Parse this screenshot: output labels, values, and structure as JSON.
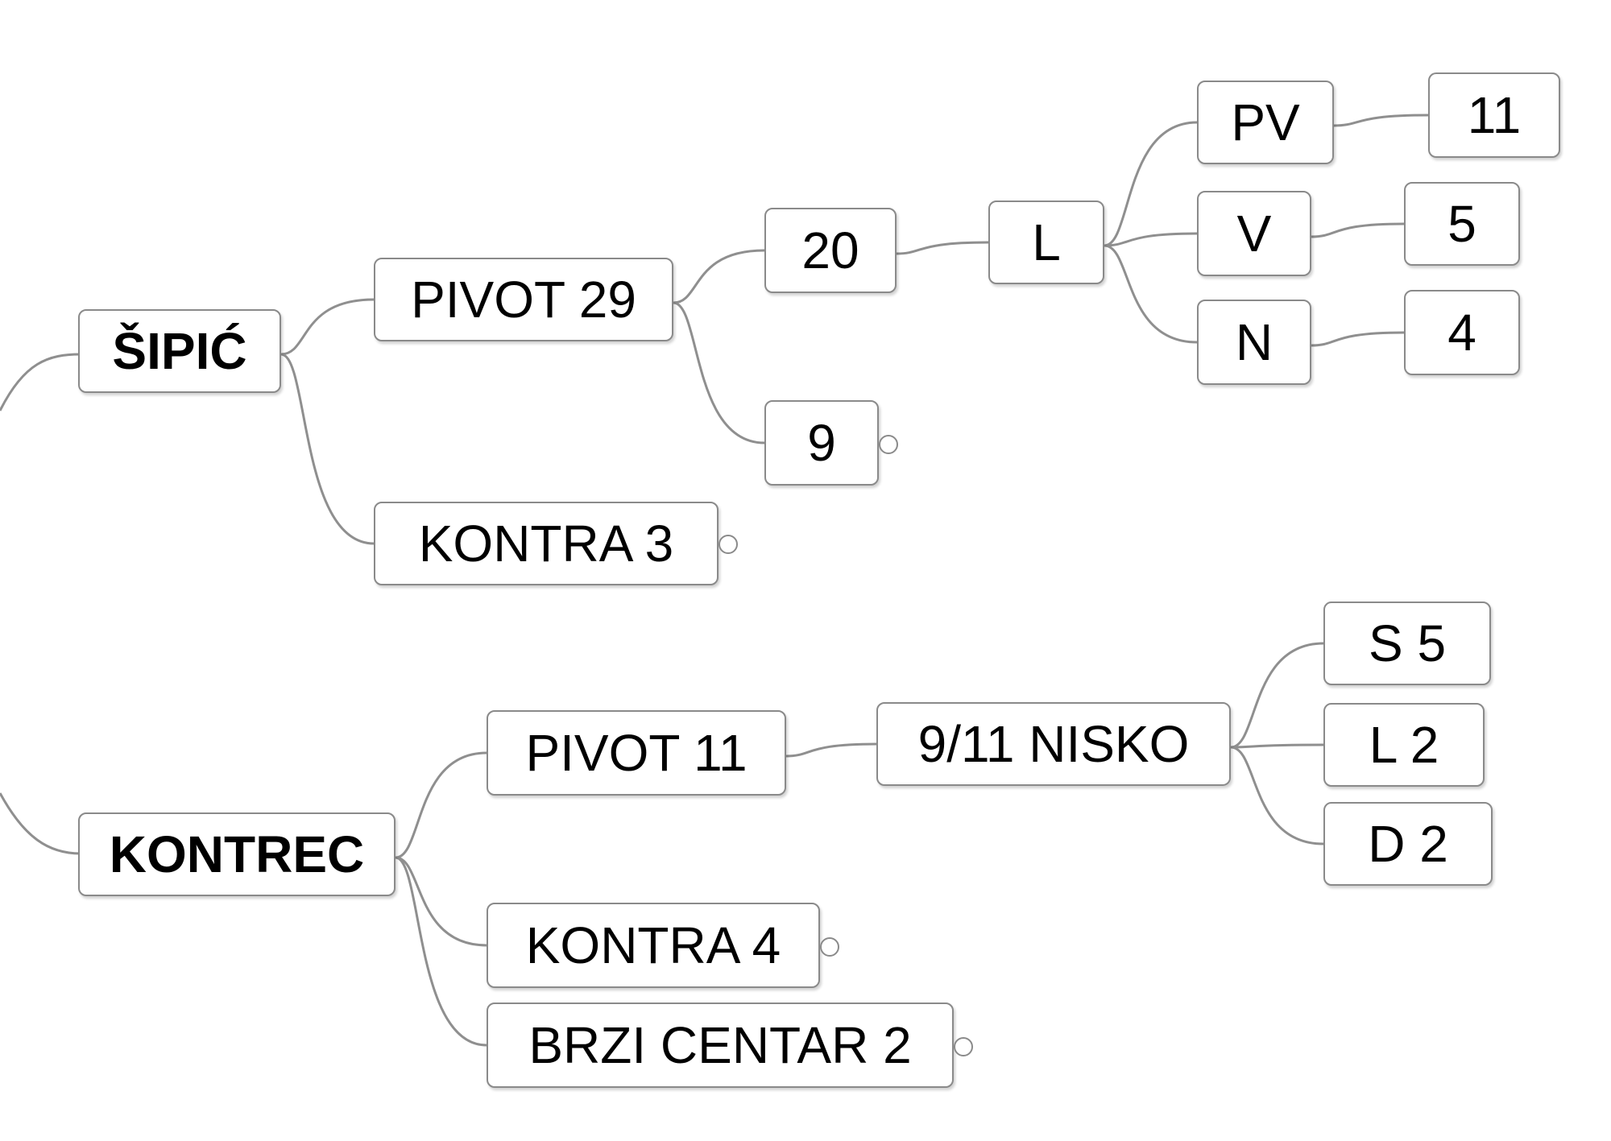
{
  "map": {
    "nodes": [
      {
        "id": "sipic",
        "label": "ŠIPIĆ"
      },
      {
        "id": "pivot29",
        "label": "PIVOT 29"
      },
      {
        "id": "n20",
        "label": "20"
      },
      {
        "id": "l",
        "label": "L"
      },
      {
        "id": "pv",
        "label": "PV"
      },
      {
        "id": "pv11",
        "label": "11"
      },
      {
        "id": "v",
        "label": "V"
      },
      {
        "id": "v5",
        "label": "5"
      },
      {
        "id": "n",
        "label": "N"
      },
      {
        "id": "n4",
        "label": "4"
      },
      {
        "id": "n9",
        "label": "9",
        "collapsed": true
      },
      {
        "id": "kontra3",
        "label": "KONTRA 3",
        "collapsed": true
      },
      {
        "id": "kontrec",
        "label": "KONTREC"
      },
      {
        "id": "pivot11",
        "label": "PIVOT 11"
      },
      {
        "id": "nisko",
        "label": "9/11 NISKO"
      },
      {
        "id": "s5",
        "label": "S 5"
      },
      {
        "id": "l2",
        "label": "L 2"
      },
      {
        "id": "d2",
        "label": "D 2"
      },
      {
        "id": "kontra4",
        "label": "KONTRA 4",
        "collapsed": true
      },
      {
        "id": "brzi",
        "label": "BRZI CENTAR 2",
        "collapsed": true
      }
    ],
    "edges": [
      [
        "sipic",
        "pivot29"
      ],
      [
        "sipic",
        "kontra3"
      ],
      [
        "pivot29",
        "n20"
      ],
      [
        "pivot29",
        "n9"
      ],
      [
        "n20",
        "l"
      ],
      [
        "l",
        "pv"
      ],
      [
        "l",
        "v"
      ],
      [
        "l",
        "n"
      ],
      [
        "pv",
        "pv11"
      ],
      [
        "v",
        "v5"
      ],
      [
        "n",
        "n4"
      ],
      [
        "kontrec",
        "pivot11"
      ],
      [
        "kontrec",
        "kontra4"
      ],
      [
        "kontrec",
        "brzi"
      ],
      [
        "pivot11",
        "nisko"
      ],
      [
        "nisko",
        "s5"
      ],
      [
        "nisko",
        "l2"
      ],
      [
        "nisko",
        "d2"
      ]
    ]
  }
}
